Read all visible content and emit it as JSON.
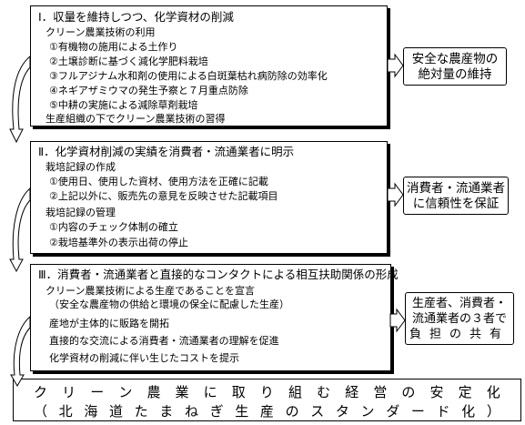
{
  "sections": [
    {
      "heading": "Ⅰ．収量を維持しつつ、化学資材の削減",
      "lines": [
        "クリーン農業技術の利用",
        "①有機物の施用による土作り",
        "②土壌診断に基づく減化学肥料栽培",
        "③フルアジナム水和剤の使用による白斑葉枯れ病防除の効率化",
        "④ネギアザミウマの発生予察と７月重点防除",
        "⑤中耕の実施による減除草剤栽培",
        "生産組織の下でクリーン農業技術の習得"
      ],
      "result": [
        "安全な農産物の",
        "絶対量の維持"
      ]
    },
    {
      "heading": "Ⅱ．化学資材削減の実績を消費者・流通業者に明示",
      "lines": [
        "栽培記録の作成",
        "①使用日、使用した資材、使用方法を正確に記載",
        "②上記以外に、販売先の意見を反映させた記載項目",
        "栽培記録の管理",
        "①内容のチェック体制の確立",
        "②栽培基準外の表示出荷の停止"
      ],
      "result": [
        "消費者・流通業者",
        "に信頼性を保証"
      ]
    },
    {
      "heading": "Ⅲ．消費者・流通業者と直接的なコンタクトによる相互扶助関係の形成",
      "lines": [
        "クリーン農業技術による生産であることを宣言",
        "（安全な農産物の供給と環境の保全に配慮した生産）",
        "産地が主体的に販路を開拓",
        "直接的な交流による消費者・流通業者の理解を促進",
        "化学資材の削減に伴い生じたコストを提示"
      ],
      "result": [
        "生産者、消費者・",
        "流通業者の３者で",
        "負担の共有"
      ]
    }
  ],
  "bottom": {
    "line1": "クリーン農業に取り組む経営の安定化",
    "line2": "（北海道たまねぎ生産のスタンダード化）"
  }
}
